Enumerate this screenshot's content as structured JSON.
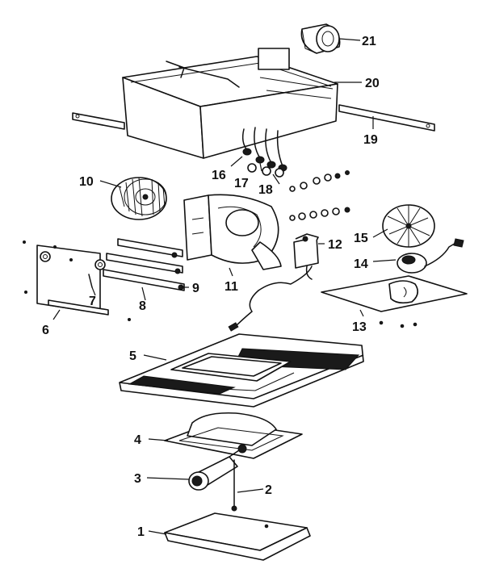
{
  "diagram": {
    "callouts": [
      {
        "id": "1",
        "label": "1"
      },
      {
        "id": "2",
        "label": "2"
      },
      {
        "id": "3",
        "label": "3"
      },
      {
        "id": "4",
        "label": "4"
      },
      {
        "id": "5",
        "label": "5"
      },
      {
        "id": "6",
        "label": "6"
      },
      {
        "id": "7",
        "label": "7"
      },
      {
        "id": "8",
        "label": "8"
      },
      {
        "id": "9",
        "label": "9"
      },
      {
        "id": "10",
        "label": "10"
      },
      {
        "id": "11",
        "label": "11"
      },
      {
        "id": "12",
        "label": "12"
      },
      {
        "id": "13",
        "label": "13"
      },
      {
        "id": "14",
        "label": "14"
      },
      {
        "id": "15",
        "label": "15"
      },
      {
        "id": "16",
        "label": "16"
      },
      {
        "id": "17",
        "label": "17"
      },
      {
        "id": "18",
        "label": "18"
      },
      {
        "id": "19",
        "label": "19"
      },
      {
        "id": "20",
        "label": "20"
      },
      {
        "id": "21",
        "label": "21"
      }
    ],
    "colors": {
      "ink": "#111111",
      "paper": "#ffffff"
    }
  }
}
